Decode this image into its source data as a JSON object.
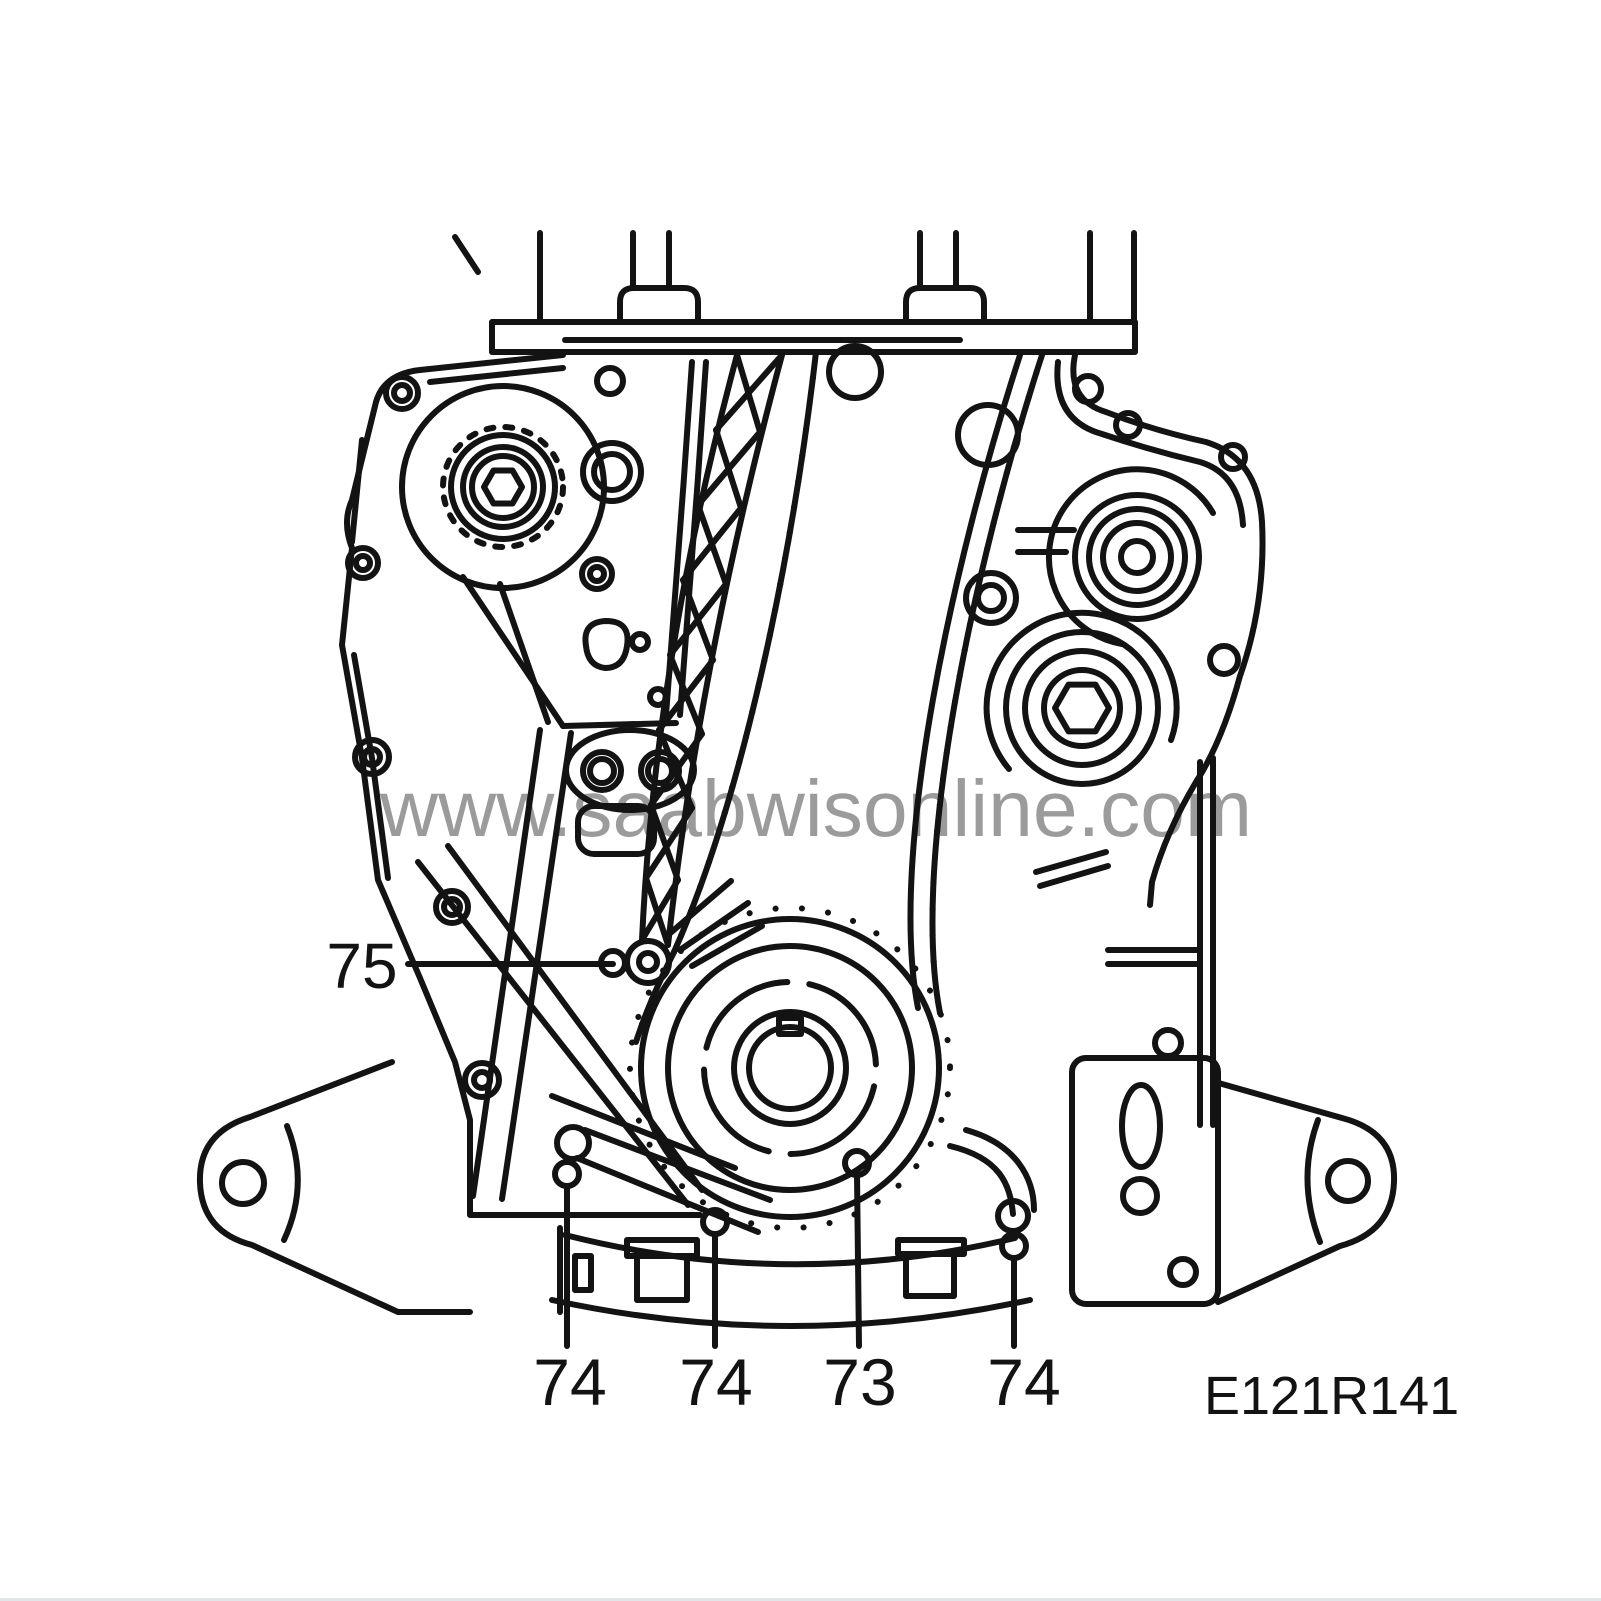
{
  "diagram": {
    "watermark": "www.saabwisonline.com",
    "figure_code": "E121R141",
    "callouts": [
      {
        "label": "75"
      },
      {
        "label": "74"
      },
      {
        "label": "74"
      },
      {
        "label": "73"
      },
      {
        "label": "74"
      }
    ],
    "colors": {
      "line": "#131313",
      "background": "#ffffff",
      "watermark": "#8a8a8a"
    }
  }
}
